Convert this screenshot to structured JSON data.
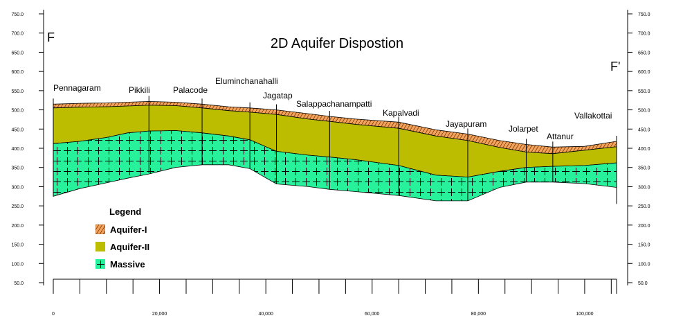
{
  "title": "2D Aquifer Dispostion",
  "section": {
    "left_label": "F",
    "right_label": "F'"
  },
  "colors": {
    "aquifer1": "#f2a25a",
    "aquifer2": "#bcbc00",
    "massive": "#27f29b",
    "line": "#000000"
  },
  "legend": {
    "title": "Legend",
    "items": [
      {
        "label": "Aquifer-I",
        "key": "aquifer1"
      },
      {
        "label": "Aquifer-II",
        "key": "aquifer2"
      },
      {
        "label": "Massive",
        "key": "massive"
      }
    ]
  },
  "axes": {
    "y_ticks": [
      "750.0",
      "700.0",
      "650.0",
      "600.0",
      "550.0",
      "500.0",
      "450.0",
      "400.0",
      "350.0",
      "300.0",
      "250.0",
      "200.0",
      "150.0",
      "100.0",
      "50.0"
    ],
    "x_ticks": [
      "0",
      "20,000",
      "40,000",
      "60,000",
      "80,000",
      "100,000"
    ]
  },
  "chart_data": {
    "type": "area",
    "title": "2D Aquifer Dispostion",
    "xlim": [
      0,
      106000
    ],
    "ylim": [
      50,
      750
    ],
    "y_unit": "elevation",
    "x": [
      0,
      5000,
      10000,
      14000,
      18000,
      23000,
      28000,
      33000,
      37000,
      42000,
      48000,
      52000,
      57000,
      65000,
      72000,
      78000,
      84000,
      89000,
      94000,
      100000,
      106000
    ],
    "series": [
      {
        "name": "Aquifer-I (top)",
        "values": [
          515,
          517,
          518,
          520,
          522,
          520,
          515,
          508,
          505,
          500,
          490,
          483,
          476,
          468,
          448,
          437,
          420,
          410,
          403,
          405,
          418
        ]
      },
      {
        "name": "Aquifer-I/Aquifer-II boundary",
        "values": [
          505,
          507,
          508,
          510,
          512,
          511,
          505,
          498,
          494,
          488,
          476,
          470,
          462,
          452,
          432,
          420,
          402,
          390,
          386,
          395,
          404
        ]
      },
      {
        "name": "Aquifer-II/Massive boundary",
        "values": [
          412,
          418,
          428,
          440,
          445,
          446,
          440,
          432,
          422,
          392,
          382,
          377,
          370,
          355,
          330,
          325,
          340,
          350,
          353,
          355,
          362
        ]
      },
      {
        "name": "Massive (base)",
        "values": [
          275,
          295,
          310,
          322,
          333,
          350,
          357,
          357,
          347,
          307,
          300,
          293,
          287,
          277,
          263,
          263,
          298,
          312,
          312,
          308,
          298
        ]
      }
    ],
    "wells": [
      {
        "name": "Pennagaram",
        "x": 0,
        "bottom": 275
      },
      {
        "name": "Pikkili",
        "x": 18000,
        "bottom": 335
      },
      {
        "name": "Palacode",
        "x": 28000,
        "bottom": 357
      },
      {
        "name": "Eluminchanahalli",
        "x": 37000,
        "bottom": 347
      },
      {
        "name": "Jagatap",
        "x": 42000,
        "bottom": 307
      },
      {
        "name": "Salappachanampatti",
        "x": 52000,
        "bottom": 293
      },
      {
        "name": "Kapalvadi",
        "x": 65000,
        "bottom": 277
      },
      {
        "name": "Jayapuram",
        "x": 78000,
        "bottom": 263
      },
      {
        "name": "Jolarpet",
        "x": 89000,
        "bottom": 312
      },
      {
        "name": "Attanur",
        "x": 94000,
        "bottom": 312
      },
      {
        "name": "Vallakottai",
        "x": 106000,
        "bottom": 255
      }
    ]
  }
}
